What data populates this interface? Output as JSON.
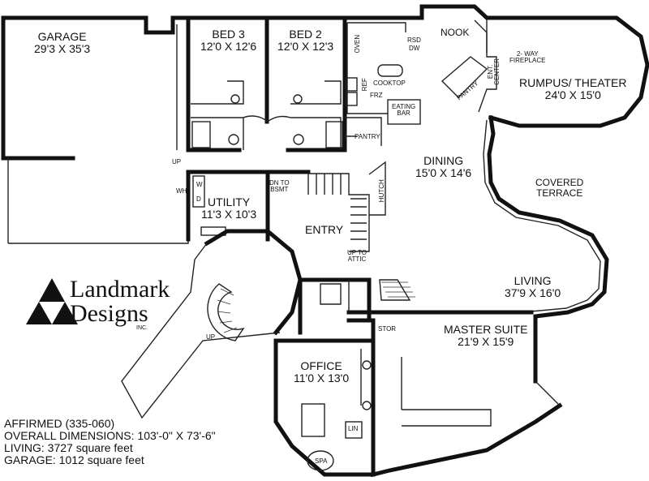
{
  "rooms": {
    "garage": {
      "name": "GARAGE",
      "size": "29'3 X 35'3"
    },
    "bed3": {
      "name": "BED 3",
      "size": "12'0 X 12'6"
    },
    "bed2": {
      "name": "BED 2",
      "size": "12'0 X 12'3"
    },
    "utility": {
      "name": "UTILITY",
      "size": "11'3 X 10'3"
    },
    "dining": {
      "name": "DINING",
      "size": "15'0 X 14'6"
    },
    "entry": {
      "name": "ENTRY"
    },
    "rumpus": {
      "name": "RUMPUS/ THEATER",
      "size": "24'0 X 15'0"
    },
    "terrace": {
      "line1": "COVERED",
      "line2": "TERRACE"
    },
    "living": {
      "name": "LIVING",
      "size": "37'9 X 16'0"
    },
    "master": {
      "name": "MASTER SUITE",
      "size": "21'9 X 15'9"
    },
    "office": {
      "name": "OFFICE",
      "size": "11'0 X 13'0"
    }
  },
  "small_labels": {
    "nook": "NOOK",
    "oven": "OVEN",
    "rsd": "RSD",
    "dw": "DW",
    "cooktop": "COOKTOP",
    "ref": "REF",
    "frz": "FRZ",
    "eating": "EATING",
    "bar": "BAR",
    "pantry_kitchen": "PANTRY",
    "pantry_nook": "PANTRY",
    "ent": "ENT.",
    "center": "CENTER",
    "fireplace1": "2- WAY",
    "fireplace2": "FIREPLACE",
    "up_garage": "UP",
    "wh": "WH",
    "w": "W",
    "d": "D",
    "dn1": "DN TO",
    "dn2": "BSMT",
    "hutch": "HUTCH",
    "attic1": "UP TO",
    "attic2": "ATTIC",
    "up_walk": "UP",
    "stor": "STOR",
    "lin": "LIN",
    "spa": "SPA"
  },
  "logo": {
    "line1": "Landmark",
    "line2": "Designs",
    "inc": "INC."
  },
  "stats": {
    "plan": "AFFIRMED (335-060)",
    "dimensions": "OVERALL DIMENSIONS: 103'-0\" X 73'-6\"",
    "living": "LIVING: 3727 square feet",
    "garage": "GARAGE: 1012 square feet"
  }
}
